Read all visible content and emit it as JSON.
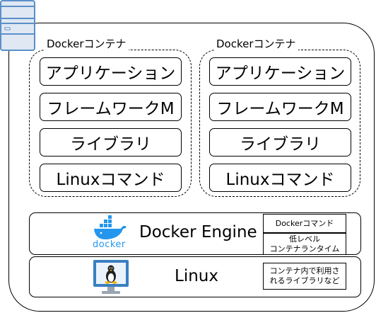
{
  "containers": [
    {
      "label": "Dockerコンテナ",
      "layers": [
        "アプリケーション",
        "フレームワークM",
        "ライブラリ",
        "Linuxコマンド"
      ]
    },
    {
      "label": "Dockerコンテナ",
      "layers": [
        "アプリケーション",
        "フレームワークM",
        "ライブラリ",
        "Linuxコマンド"
      ]
    }
  ],
  "engine": {
    "title": "Docker Engine",
    "logo_text": "docker",
    "notes": [
      "Dockerコマンド",
      "低レベル\nコンテナランタイム"
    ]
  },
  "os": {
    "title": "Linux",
    "note": "コンテナ内で利用さ\nれるライブラリなど"
  },
  "colors": {
    "docker_blue": "#2496ED",
    "server_blue": "#5b8fc9",
    "server_fill": "#dfe8f3",
    "monitor_blue": "#3a7fc1"
  }
}
